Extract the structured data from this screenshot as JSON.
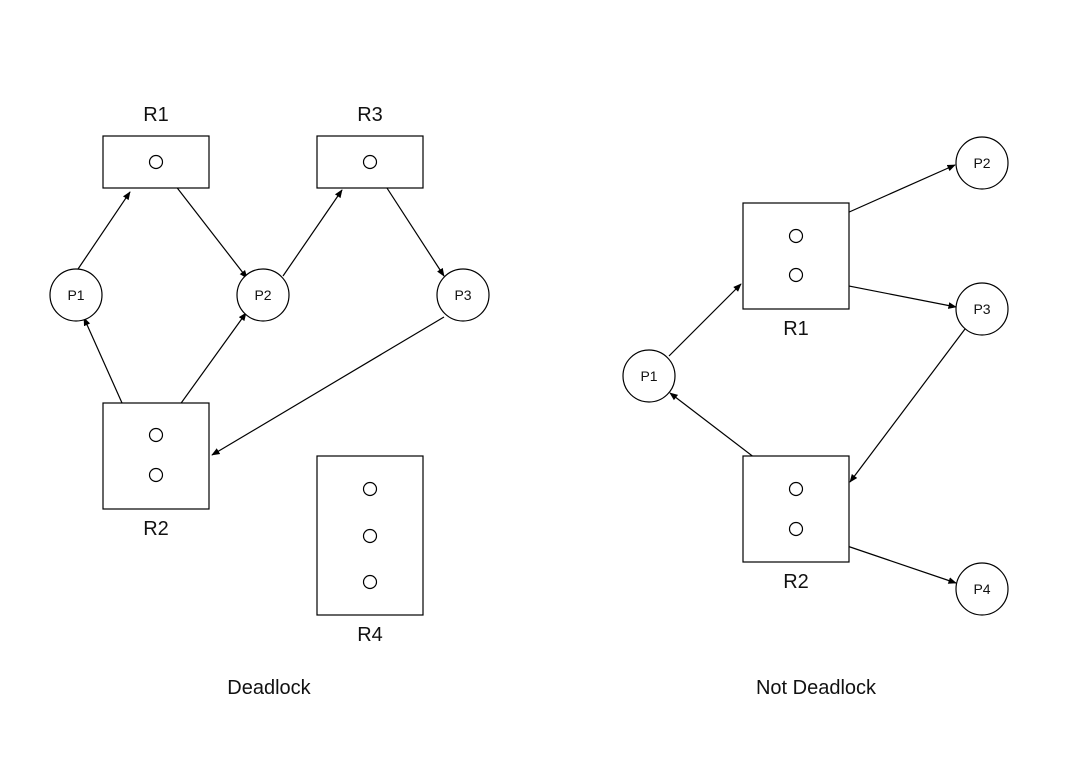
{
  "diagrams": [
    {
      "id": "left",
      "caption": "Deadlock",
      "resources": [
        {
          "id": "R1",
          "label": "R1"
        },
        {
          "id": "R3",
          "label": "R3"
        },
        {
          "id": "R2",
          "label": "R2"
        },
        {
          "id": "R4",
          "label": "R4"
        }
      ],
      "processes": [
        {
          "id": "P1",
          "label": "P1"
        },
        {
          "id": "P2",
          "label": "P2"
        },
        {
          "id": "P3",
          "label": "P3"
        }
      ],
      "edges": [
        {
          "from": "P1",
          "to": "R1",
          "kind": "request"
        },
        {
          "from": "R1",
          "to": "P2",
          "kind": "assignment"
        },
        {
          "from": "P2",
          "to": "R3",
          "kind": "request"
        },
        {
          "from": "R3",
          "to": "P3",
          "kind": "assignment"
        },
        {
          "from": "P3",
          "to": "R2",
          "kind": "request"
        },
        {
          "from": "R2",
          "to": "P2",
          "kind": "assignment"
        },
        {
          "from": "R2",
          "to": "P1",
          "kind": "assignment"
        }
      ]
    },
    {
      "id": "right",
      "caption": "Not Deadlock",
      "resources": [
        {
          "id": "R1",
          "label": "R1"
        },
        {
          "id": "R2",
          "label": "R2"
        }
      ],
      "processes": [
        {
          "id": "P1",
          "label": "P1"
        },
        {
          "id": "P2",
          "label": "P2"
        },
        {
          "id": "P3",
          "label": "P3"
        },
        {
          "id": "P4",
          "label": "P4"
        }
      ],
      "edges": [
        {
          "from": "P1",
          "to": "R1",
          "kind": "request"
        },
        {
          "from": "R1",
          "to": "P2",
          "kind": "assignment"
        },
        {
          "from": "R1",
          "to": "P3",
          "kind": "assignment"
        },
        {
          "from": "P3",
          "to": "R2",
          "kind": "request"
        },
        {
          "from": "R2",
          "to": "P1",
          "kind": "assignment"
        },
        {
          "from": "R2",
          "to": "P4",
          "kind": "assignment"
        }
      ]
    }
  ]
}
